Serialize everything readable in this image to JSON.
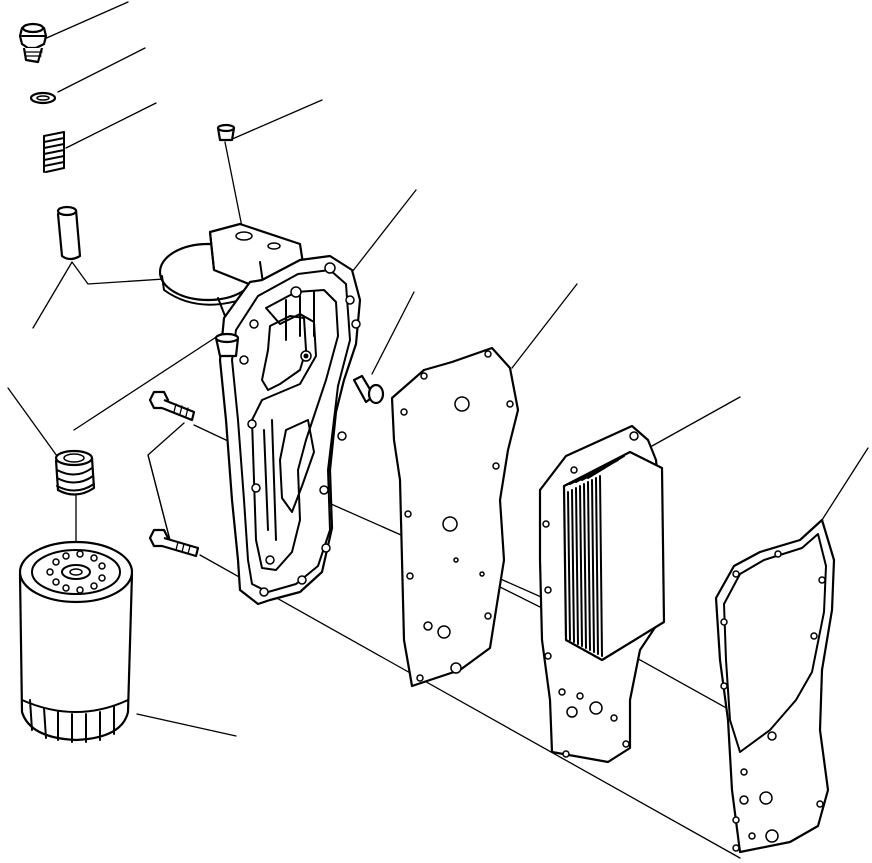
{
  "diagram": {
    "type": "exploded-parts-view",
    "colors": {
      "line": "#000000",
      "background": "#ffffff"
    },
    "parts": [
      {
        "name": "plug"
      },
      {
        "name": "o-ring"
      },
      {
        "name": "spring"
      },
      {
        "name": "valve"
      },
      {
        "name": "small-plug"
      },
      {
        "name": "filter-head"
      },
      {
        "name": "check-plug"
      },
      {
        "name": "gasket"
      },
      {
        "name": "oil-cooler-element"
      },
      {
        "name": "cover-gasket"
      },
      {
        "name": "nipple"
      },
      {
        "name": "bolts"
      },
      {
        "name": "oil-filter-cartridge"
      }
    ]
  }
}
